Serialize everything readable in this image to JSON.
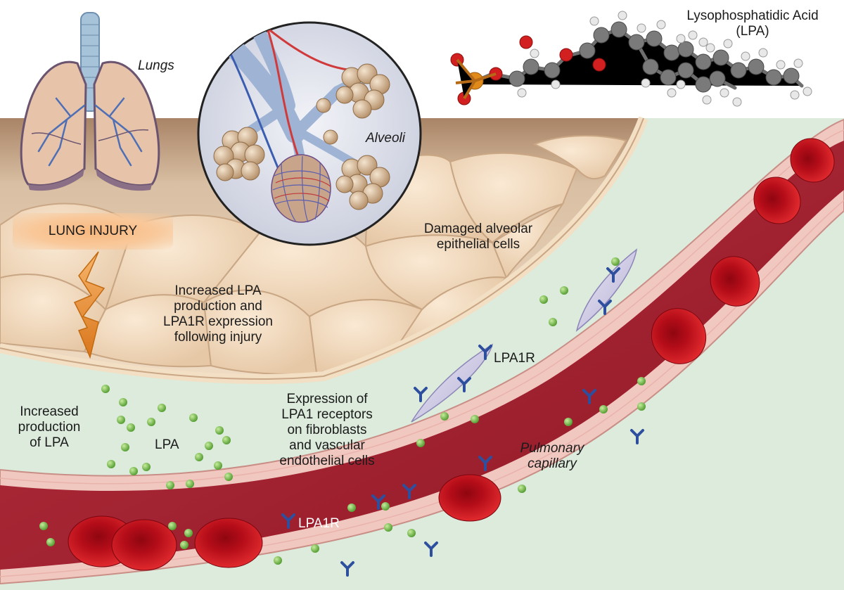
{
  "labels": {
    "molecule_title": [
      "Lysophosphatidic Acid",
      "(LPA)"
    ],
    "lungs": "Lungs",
    "alveoli": "Alveoli",
    "lung_injury": "LUNG INJURY",
    "damaged_cells": [
      "Damaged alveolar",
      "epithelial cells"
    ],
    "increased_lpa_expression": [
      "Increased LPA",
      "production and",
      "LPA1R expression",
      "following injury"
    ],
    "increased_production": [
      "Increased",
      "production",
      "of LPA"
    ],
    "lpa": "LPA",
    "expression_receptors": [
      "Expression of",
      "LPA1 receptors",
      "on fibroblasts",
      "and vascular",
      "endothelial cells"
    ],
    "lpa1r_fibroblast": "LPA1R",
    "lpa1r_capillary": "LPA1R",
    "pulmonary_capillary": [
      "Pulmonary",
      "capillary"
    ]
  },
  "colors": {
    "tissue": "#e8d1b6",
    "interstitium": "#dcebdc",
    "vessel_wall": "#f1c8c0",
    "vessel_lumen": "#a01e2e",
    "blood_cell": "#c8101e",
    "lpa_particle": "#7cc04a",
    "receptor": "#2d4f9e",
    "injury_arrow": "#e2892a"
  }
}
